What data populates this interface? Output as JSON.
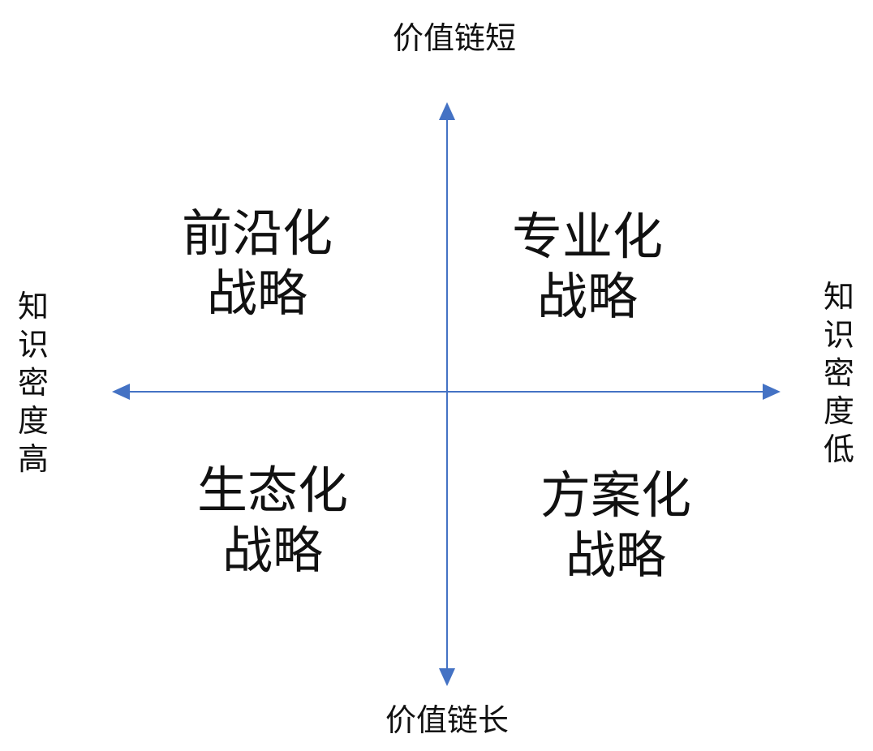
{
  "axis_labels": {
    "top": "价值链短",
    "bottom": "价值链长",
    "left": "知识密度高",
    "right": "知识密度低"
  },
  "quadrants": {
    "top_left": {
      "line1": "前沿化",
      "line2": "战略"
    },
    "top_right": {
      "line1": "专业化",
      "line2": "战略"
    },
    "bottom_left": {
      "line1": "生态化",
      "line2": "战略"
    },
    "bottom_right": {
      "line1": "方案化",
      "line2": "战略"
    }
  },
  "colors": {
    "axis": "#4472c4",
    "text": "#111111",
    "background": "#ffffff"
  }
}
